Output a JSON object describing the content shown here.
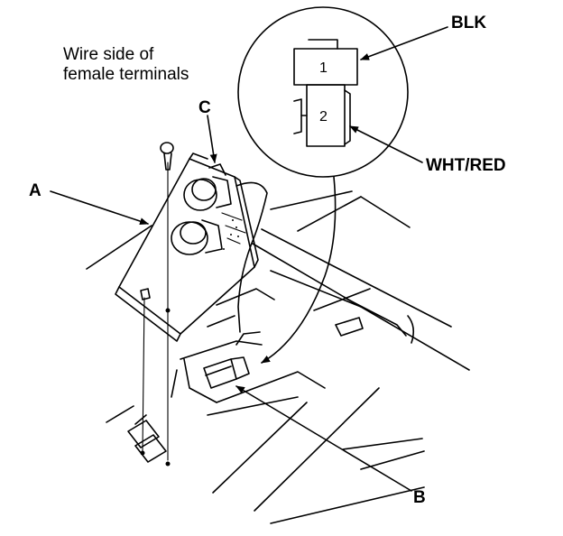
{
  "caption": {
    "line1": "Wire side of",
    "line2": "female terminals"
  },
  "callouts": {
    "a": "A",
    "b": "B",
    "c": "C"
  },
  "connector": {
    "pin1": "1",
    "pin2": "2",
    "pin1_wire": "BLK",
    "pin2_wire": "WHT/RED"
  }
}
